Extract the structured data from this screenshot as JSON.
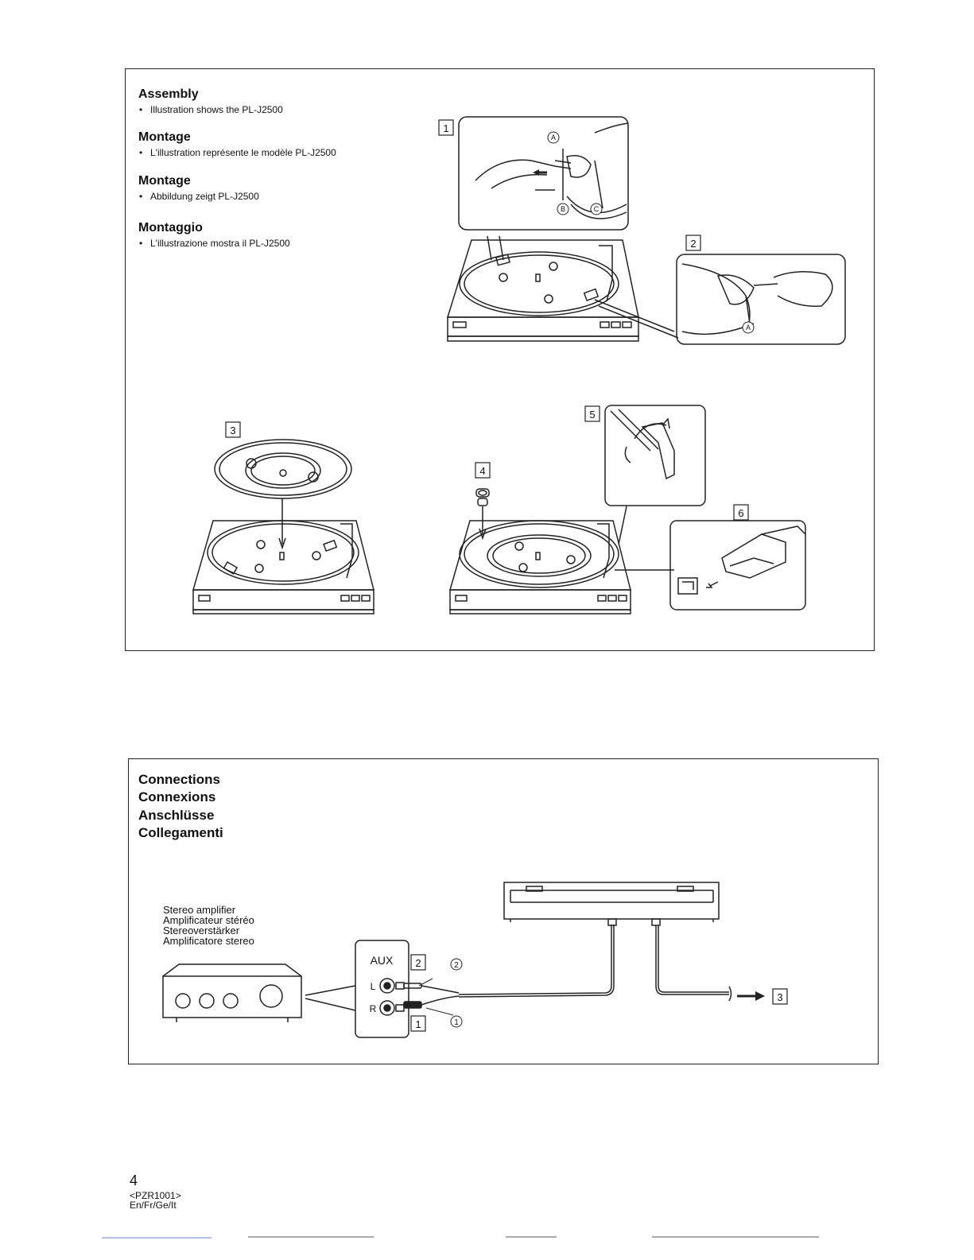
{
  "assembly": {
    "sections": [
      {
        "title": "Assembly",
        "note": "Illustration shows the PL-J2500"
      },
      {
        "title": "Montage",
        "note": "L'illustration représente le modèle PL-J2500"
      },
      {
        "title": "Montage",
        "note": "Abbildung zeigt PL-J2500"
      },
      {
        "title": "Montaggio",
        "note": "L'illustrazione mostra il PL-J2500"
      }
    ],
    "step_labels": [
      "1",
      "2",
      "3",
      "4",
      "5",
      "6"
    ],
    "part_labels": [
      "A",
      "B",
      "C"
    ]
  },
  "connections": {
    "titles": [
      "Connections",
      "Connexions",
      "Anschlüsse",
      "Collegamenti"
    ],
    "amplifier_labels": [
      "Stereo amplifier",
      "Amplificateur stéréo",
      "Stereoverstärker",
      "Amplificatore stereo"
    ],
    "aux_label": "AUX",
    "left_label": "L",
    "right_label": "R",
    "step_labels": [
      "1",
      "2",
      "3"
    ],
    "plug_callouts": [
      "1",
      "2"
    ]
  },
  "footer": {
    "page_number": "4",
    "code": "<PZR1001>",
    "languages": "En/Fr/Ge/It"
  }
}
